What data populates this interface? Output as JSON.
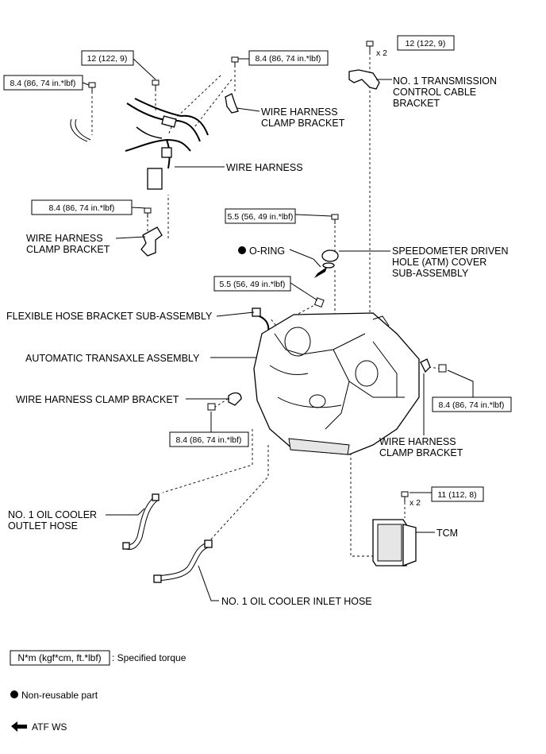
{
  "labels": {
    "no1_transmission_control_cable_bracket": [
      "NO. 1 TRANSMISSION",
      "CONTROL CABLE",
      "BRACKET"
    ],
    "wire_harness_clamp_bracket_top": [
      "WIRE HARNESS",
      "CLAMP BRACKET"
    ],
    "wire_harness": "WIRE HARNESS",
    "wire_harness_clamp_bracket_left": [
      "WIRE HARNESS",
      "CLAMP BRACKET"
    ],
    "o_ring": "O-RING",
    "speedometer_cover": [
      "SPEEDOMETER DRIVEN",
      "HOLE (ATM) COVER",
      "SUB-ASSEMBLY"
    ],
    "flexible_hose_bracket": "FLEXIBLE HOSE BRACKET SUB-ASSEMBLY",
    "automatic_transaxle": "AUTOMATIC TRANSAXLE ASSEMBLY",
    "wire_harness_clamp_bracket_mid": "WIRE HARNESS CLAMP BRACKET",
    "wire_harness_clamp_bracket_right": [
      "WIRE HARNESS",
      "CLAMP BRACKET"
    ],
    "oil_cooler_outlet_hose": [
      "NO. 1 OIL COOLER",
      "OUTLET HOSE"
    ],
    "tcm": "TCM",
    "oil_cooler_inlet_hose": "NO. 1 OIL COOLER INLET HOSE"
  },
  "torques": {
    "t_12_top_right": "12 (122, 9)",
    "t_12_top_left": "12 (122, 9)",
    "t_84_top_mid": "8.4 (86, 74 in.*lbf)",
    "t_84_far_left": "8.4 (86, 74 in.*lbf)",
    "t_84_left_bracket": "8.4 (86, 74 in.*lbf)",
    "t_55_speedo": "5.5 (56, 49 in.*lbf)",
    "t_55_flex": "5.5 (56, 49 in.*lbf)",
    "t_84_right": "8.4 (86, 74 in.*lbf)",
    "t_84_lower_left": "8.4 (86, 74 in.*lbf)",
    "t_11_tcm": "11 (112, 8)"
  },
  "quantities": {
    "x2_top": "x 2",
    "x2_tcm": "x 2"
  },
  "legend": {
    "torque_unit": "N*m (kgf*cm, ft.*lbf)",
    "torque_desc": ": Specified torque",
    "non_reusable": "Non-reusable part",
    "atf": "ATF WS"
  }
}
